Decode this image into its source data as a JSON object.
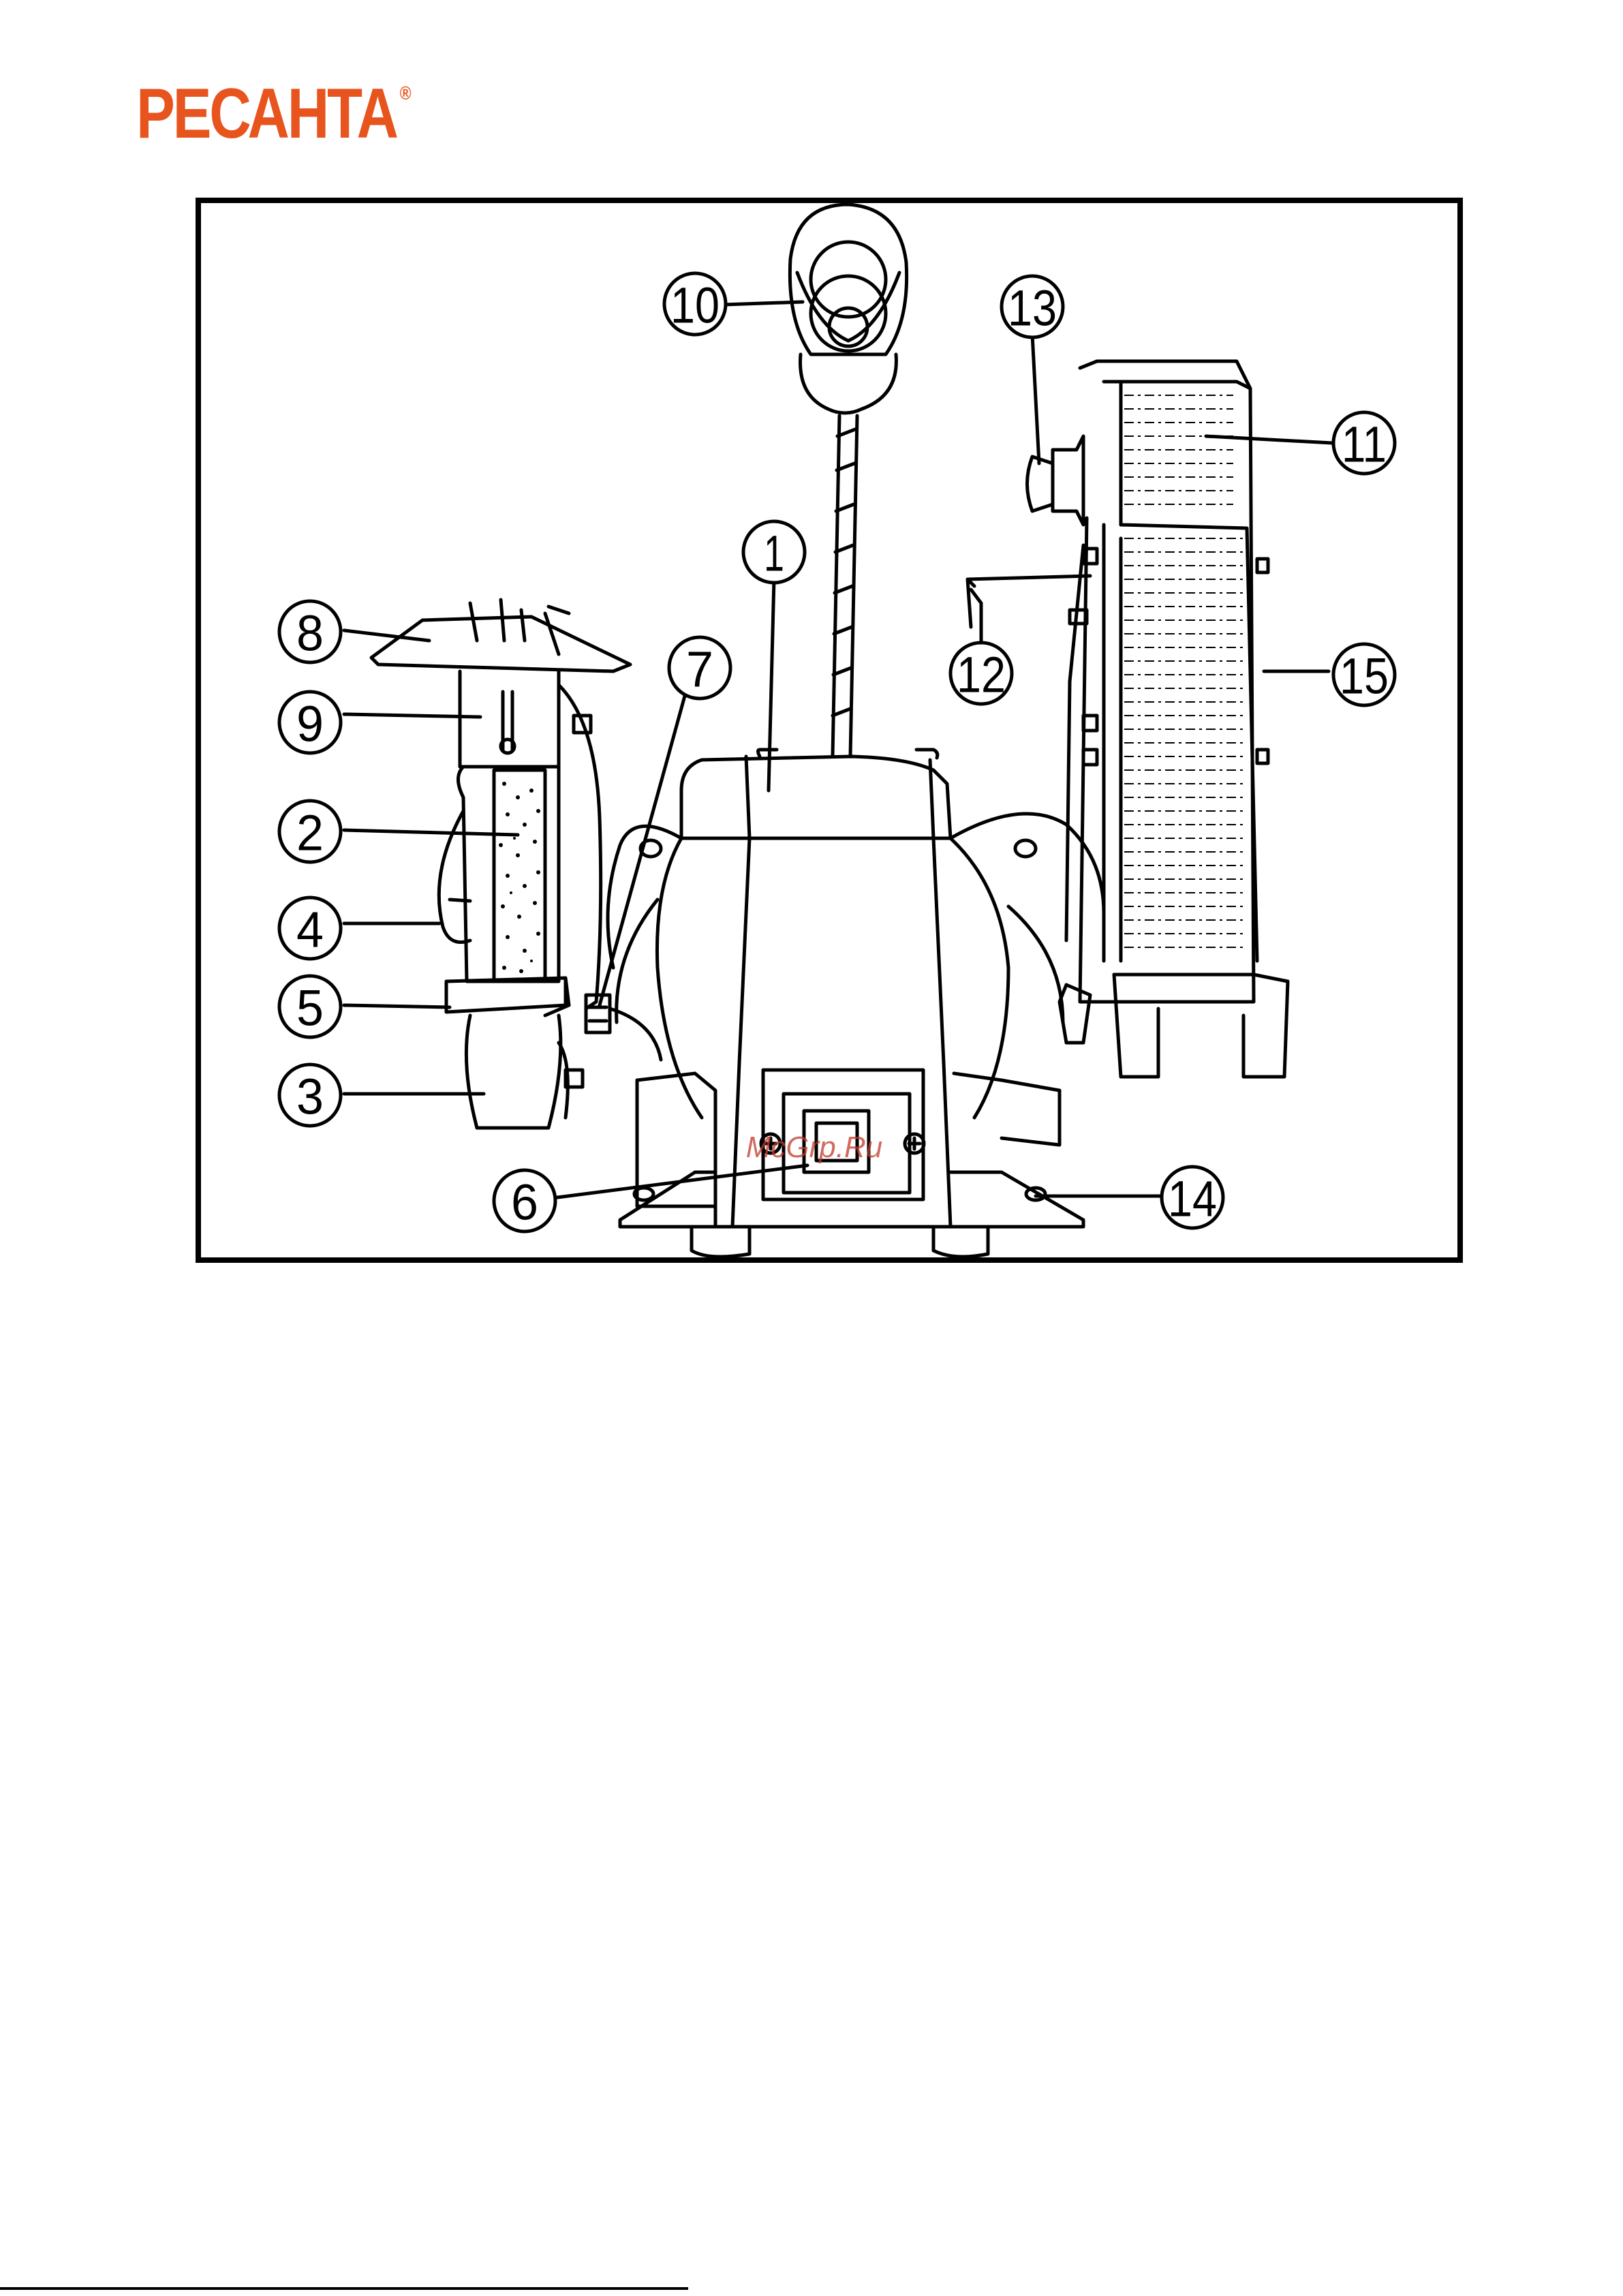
{
  "header": {
    "brand": "РЕСАНТА",
    "brand_mark": "®",
    "brand_color": "#e8541e"
  },
  "diagram": {
    "watermark": "McGrp.Ru",
    "watermark_color": "#c0392b",
    "callouts": [
      "1",
      "2",
      "3",
      "4",
      "5",
      "6",
      "7",
      "8",
      "9",
      "10",
      "11",
      "12",
      "13",
      "14",
      "15"
    ]
  }
}
